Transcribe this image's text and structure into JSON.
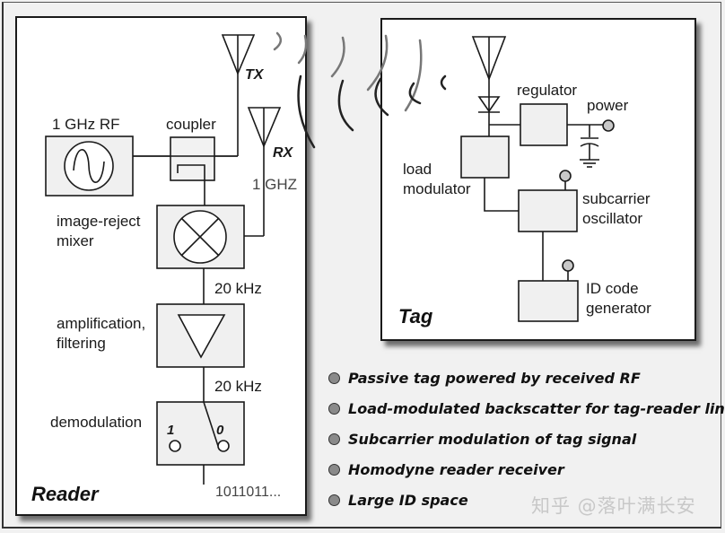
{
  "reader": {
    "title": "Reader",
    "labels": {
      "rf_source": "1 GHz RF",
      "coupler": "coupler",
      "tx": "TX",
      "rx": "RX",
      "rx_freq": "1 GHZ",
      "mixer": [
        "image-reject",
        "mixer"
      ],
      "if_freq_1": "20 kHz",
      "amp": [
        "amplification,",
        "filtering"
      ],
      "if_freq_2": "20 kHz",
      "demod": "demodulation",
      "switch_one": "1",
      "switch_zero": "0",
      "output_bits": "1011011..."
    }
  },
  "tag": {
    "title": "Tag",
    "labels": {
      "regulator": "regulator",
      "power": "power",
      "load_modulator": [
        "load",
        "modulator"
      ],
      "subcarrier": [
        "subcarrier",
        "oscillator"
      ],
      "id_code": [
        "ID code",
        "generator"
      ]
    }
  },
  "features": [
    "Passive tag powered by received RF",
    "Load-modulated backscatter for tag-reader link",
    "Subcarrier modulation of tag signal",
    "Homodyne reader receiver",
    "Large ID space"
  ],
  "watermark": "知乎 @落叶满长安",
  "colors": {
    "block_fill": "#f0f0f0",
    "line": "#1a1a1a",
    "terminal_fill": "#c8c8c8",
    "wave_dark": "#222222",
    "wave_light": "#777777"
  }
}
